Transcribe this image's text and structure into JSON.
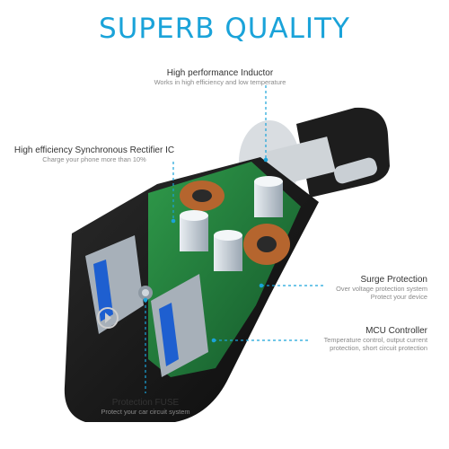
{
  "headline": "SUPERB QUALITY",
  "callouts": {
    "inductor": {
      "title": "High performance Inductor",
      "sub": "Works in high efficiency and low temperature"
    },
    "rectifier": {
      "title": "High efficiency Synchronous Rectifier IC",
      "sub": "Charge your phone more than 10%"
    },
    "surge": {
      "title": "Surge Protection",
      "sub1": "Over voltage protection system",
      "sub2": "Protect your device"
    },
    "mcu": {
      "title": "MCU Controller",
      "sub1": "Temperature control, output current",
      "sub2": "protection, short circuit protection"
    },
    "fuse": {
      "title": "Protection FUSE",
      "sub": "Protect your car circuit system"
    }
  },
  "colors": {
    "accent": "#1aa3d9",
    "body": "#151515",
    "pcb": "#1f7a3a",
    "usb": "#9aa3ad"
  }
}
